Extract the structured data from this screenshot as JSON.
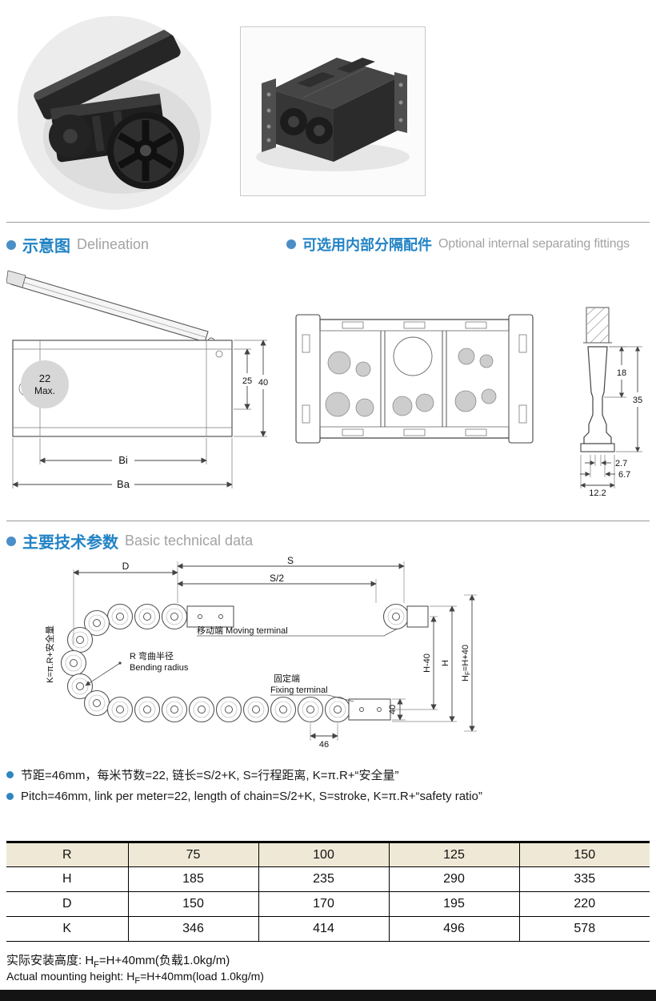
{
  "colors": {
    "accent_blue": "#2283c5",
    "header_gray": "#a3a3a3",
    "table_header_bg": "#efe8d6"
  },
  "section1": {
    "left": {
      "zh": "示意图",
      "en": "Delineation"
    },
    "right": {
      "zh": "可选用内部分隔配件",
      "en": "Optional internal separating fittings"
    }
  },
  "section2": {
    "zh": "主要技术参数",
    "en": "Basic technical data"
  },
  "delineation": {
    "max_line1": "22",
    "max_line2": "Max.",
    "dim_25": "25",
    "dim_40": "40",
    "dim_bi": "Bi",
    "dim_ba": "Ba"
  },
  "separator_profile": {
    "dim_18": "18",
    "dim_35": "35",
    "dim_2_7": "2.7",
    "dim_6_7": "6.7",
    "dim_12_2": "12.2"
  },
  "diagram": {
    "dim_d": "D",
    "dim_s": "S",
    "dim_s2": "S/2",
    "moving_terminal": "移动端 Moving terminal",
    "bend_zh": "R 弯曲半径",
    "bend_en": "Bending radius",
    "fixed_zh": "固定端",
    "fixed_en": "Fixing terminal",
    "k_label": "K=π.R+安全量",
    "dim_h40": "H-40",
    "dim_h": "H",
    "dim_hf_h": "H",
    "dim_hf_f": "F",
    "dim_hf_rest": "=H+40",
    "dim_40": "40",
    "dim_46": "46"
  },
  "notes": {
    "zh": "节距=46mm，每米节数=22, 链长=S/2+K, S=行程距离, K=π.R+“安全量”",
    "en": "Pitch=46mm, link per meter=22, length of chain=S/2+K, S=stroke, K=π.R+“safety ratio”"
  },
  "table": {
    "header": [
      "R",
      "75",
      "100",
      "125",
      "150"
    ],
    "rows": [
      [
        "H",
        "185",
        "235",
        "290",
        "335"
      ],
      [
        "D",
        "150",
        "170",
        "195",
        "220"
      ],
      [
        "K",
        "346",
        "414",
        "496",
        "578"
      ]
    ]
  },
  "footer": {
    "zh_prefix": "实际安装高度: H",
    "zh_sub": "F",
    "zh_suffix": "=H+40mm(负载1.0kg/m)",
    "en_prefix": "Actual mounting height: H",
    "en_sub": "F",
    "en_suffix": "=H+40mm(load 1.0kg/m)"
  }
}
